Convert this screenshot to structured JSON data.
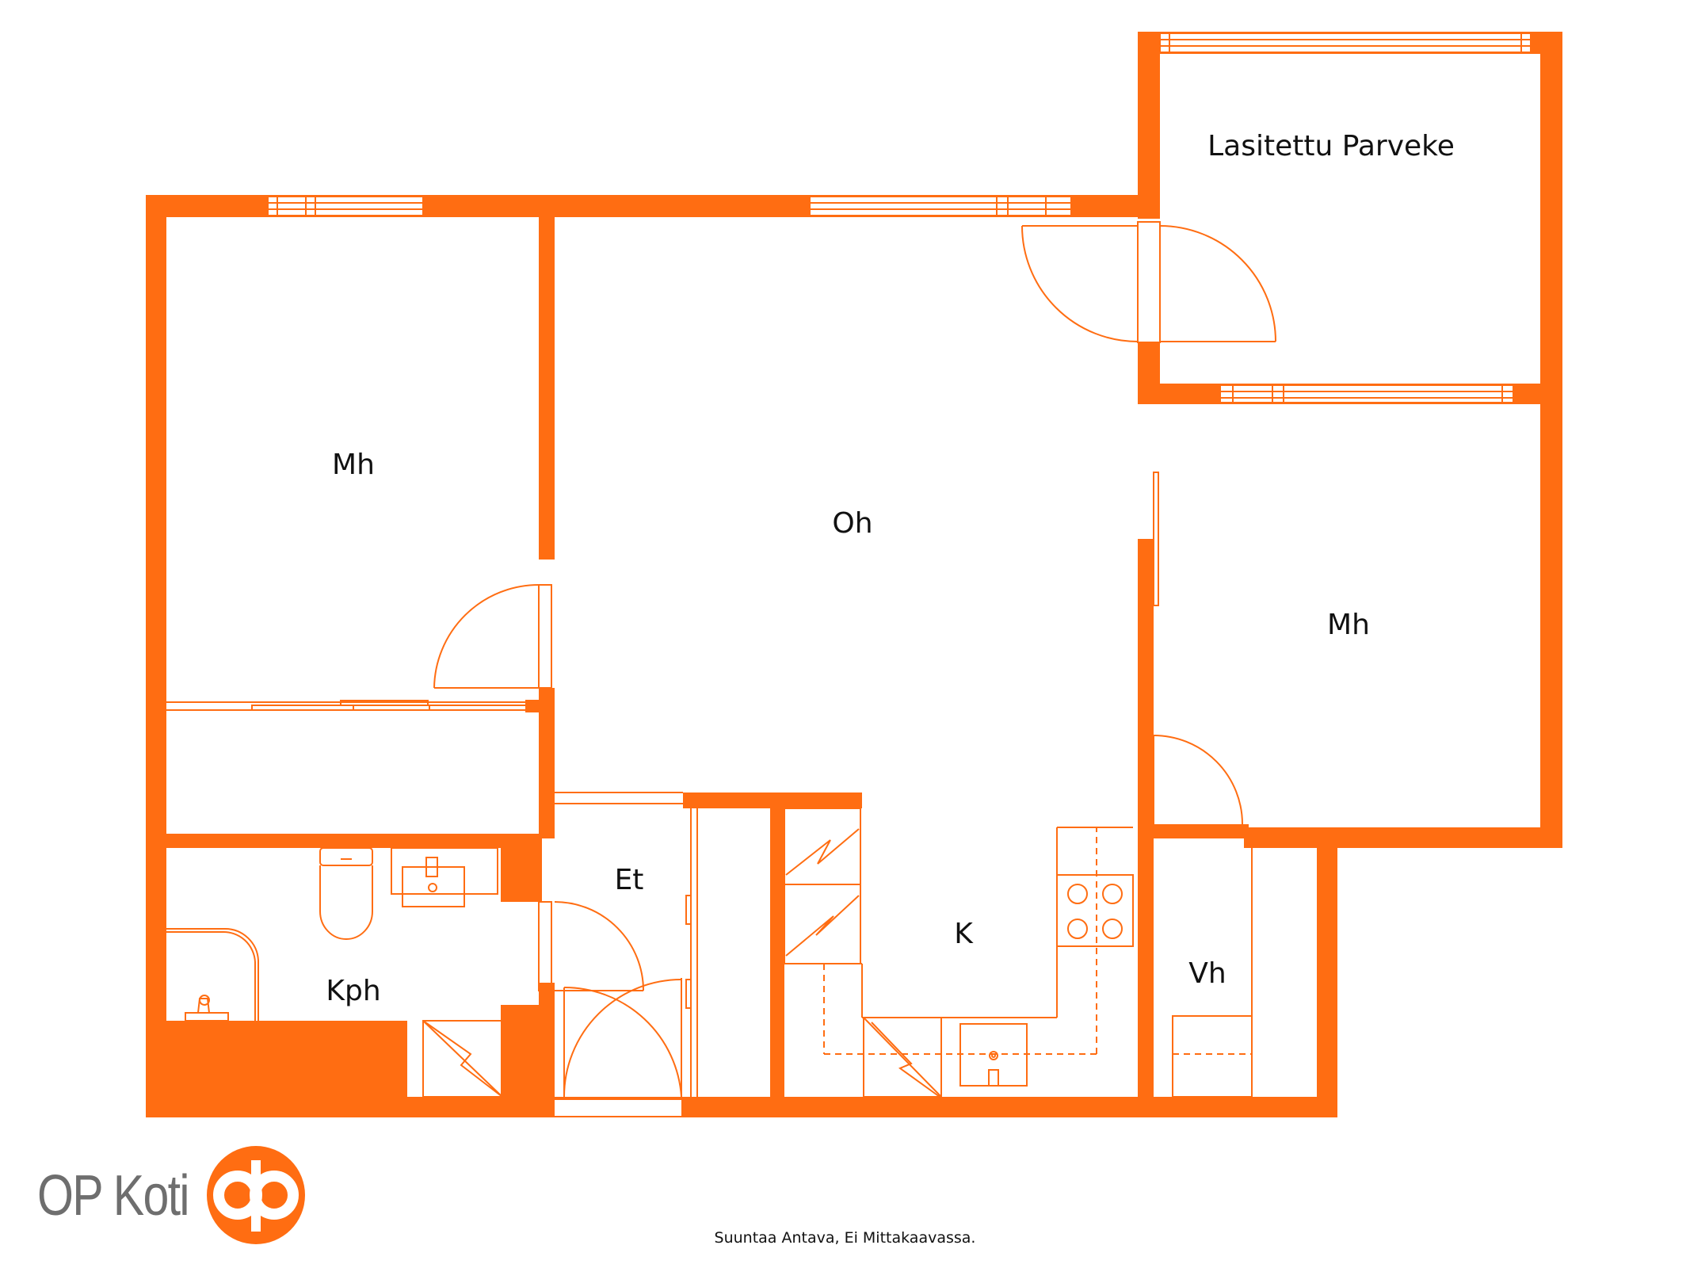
{
  "rooms": {
    "balcony": "Lasitettu Parveke",
    "bedroom_left": "Mh",
    "living_room": "Oh",
    "bedroom_right": "Mh",
    "entrance": "Et",
    "kitchen": "K",
    "bathroom": "Kph",
    "walk_in_closet": "Vh"
  },
  "logo": {
    "text": "OP Koti",
    "icon": "op-logo-icon"
  },
  "note": "Suuntaa Antava, Ei Mittakaavassa.",
  "colors": {
    "wall": "#ff6d12",
    "text": "#111111",
    "logo_text": "#6e6e6e",
    "background": "#ffffff"
  }
}
